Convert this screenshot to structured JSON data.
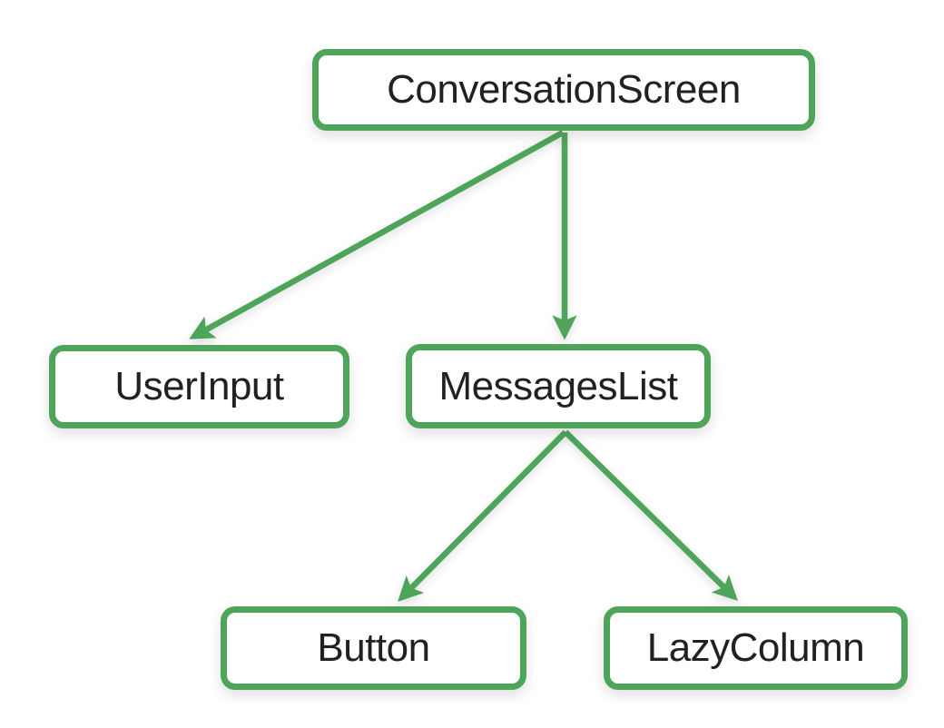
{
  "diagram": {
    "type": "component-tree",
    "accent_color": "#4EA55A",
    "text_color": "#202124",
    "nodes": [
      {
        "id": "conversation-screen",
        "label": "ConversationScreen"
      },
      {
        "id": "user-input",
        "label": "UserInput"
      },
      {
        "id": "messages-list",
        "label": "MessagesList"
      },
      {
        "id": "button",
        "label": "Button"
      },
      {
        "id": "lazy-column",
        "label": "LazyColumn"
      }
    ],
    "edges": [
      {
        "from": "ConversationScreen",
        "to": "UserInput"
      },
      {
        "from": "ConversationScreen",
        "to": "MessagesList"
      },
      {
        "from": "MessagesList",
        "to": "Button"
      },
      {
        "from": "MessagesList",
        "to": "LazyColumn"
      }
    ]
  }
}
